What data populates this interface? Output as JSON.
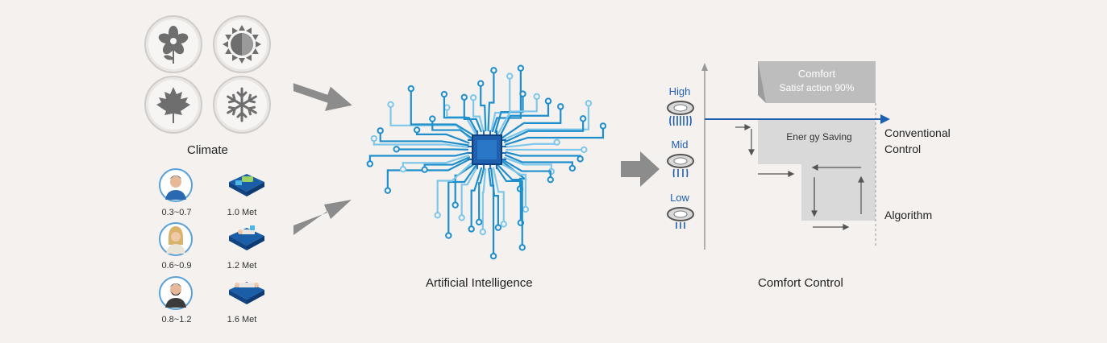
{
  "climate": {
    "label": "Climate",
    "icons": [
      "flower-icon",
      "sun-icon",
      "maple-leaf-icon",
      "snowflake-icon"
    ]
  },
  "occupants": [
    {
      "range": "0.3~0.7",
      "met": "1.0 Met",
      "person": "man-icon",
      "activity": "lying-on-sofa-icon"
    },
    {
      "range": "0.6~0.9",
      "met": "1.2 Met",
      "person": "woman-icon",
      "activity": "sitting-at-desk-icon"
    },
    {
      "range": "0.8~1.2",
      "met": "1.6 Met",
      "person": "bearded-man-icon",
      "activity": "meeting-table-icon"
    }
  ],
  "ai": {
    "label": "Artificial Intelligence"
  },
  "fan_levels": [
    "High",
    "Mid",
    "Low"
  ],
  "comfort": {
    "label": "Comfort Control",
    "satisfaction_title": "Comfort",
    "satisfaction_value": "Satisf action 90%",
    "energy_saving": "Ener gy Saving",
    "conventional_line1": "Conventional",
    "conventional_line2": "Control",
    "algorithm": "Algorithm"
  },
  "colors": {
    "accent_blue": "#1f5fb0",
    "circuit_dark": "#1e8fcc",
    "circuit_light": "#7fc7ea",
    "grey_arrow": "#8c8c8c",
    "icon_grey": "#6e6e6e"
  }
}
